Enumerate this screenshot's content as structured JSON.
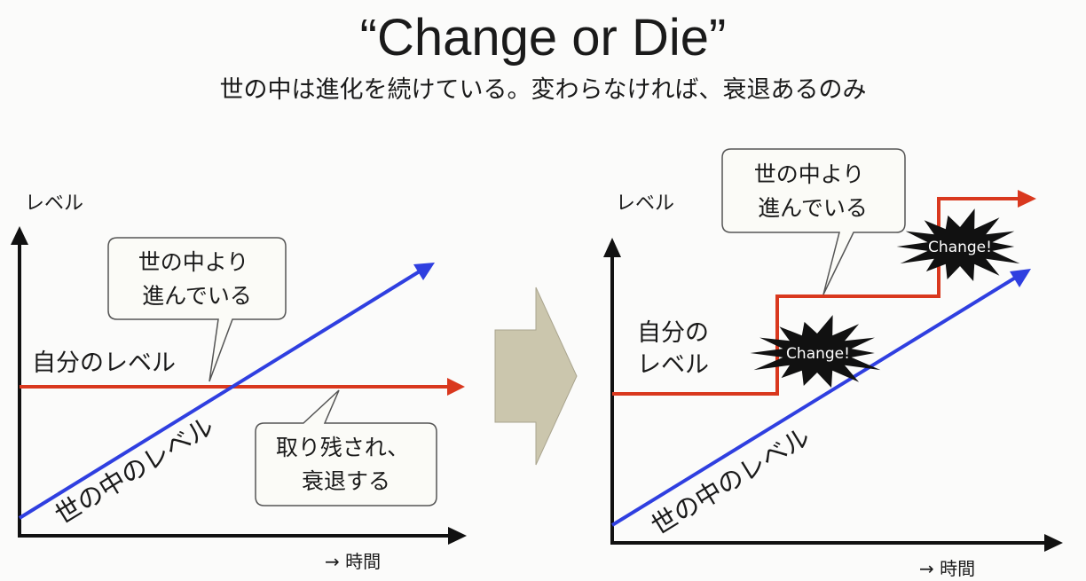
{
  "title": "“Change or Die”",
  "subtitle": "世の中は進化を続けている。変わらなければ、衰退あるのみ",
  "left_diagram": {
    "y_axis_label": "レベル",
    "x_axis_label": "→ 時間",
    "own_level_label": "自分のレベル",
    "world_level_label": "世の中のレベル",
    "callout_ahead": [
      "世の中より",
      "進んでいる"
    ],
    "callout_behind": [
      "取り残され、",
      "衰退する"
    ]
  },
  "right_diagram": {
    "y_axis_label": "レベル",
    "x_axis_label": "→ 時間",
    "own_level_label": [
      "自分の",
      "レベル"
    ],
    "world_level_label": "世の中のレベル",
    "callout_ahead": [
      "世の中より",
      "進んでいる"
    ],
    "change_bursts": [
      "Change!",
      "Change!"
    ]
  },
  "colors": {
    "own_level_line": "#d9381e",
    "world_level_line": "#2f3fe0",
    "arrow_fill": "#cbc6ad",
    "burst_fill": "#111111"
  }
}
